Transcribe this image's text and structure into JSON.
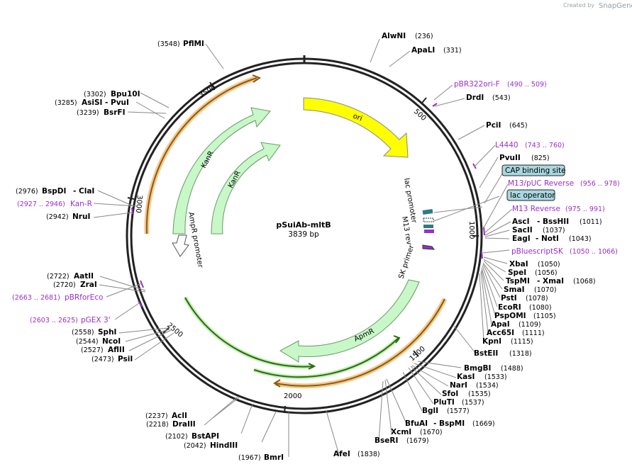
{
  "header": {
    "created_by": "Created by",
    "brand": "SnapGene"
  },
  "plasmid": {
    "name": "pSuiAb-mltB",
    "size": "3839 bp"
  },
  "ticks": {
    "t500": "500",
    "t1000": "1000",
    "t1500": "1500",
    "t2000": "2000",
    "t2500": "2500",
    "t3000": "3000",
    "t3500": "3500"
  },
  "features": {
    "ori": "ori",
    "kanr_outer": "KanR",
    "kanr_inner": "KanR",
    "ampr_promoter": "AmpR promoter",
    "apmr": "ApmR",
    "lac_promoter": "lac promoter",
    "m13_rev": "M13 rev",
    "sk_primer": "SK primer"
  },
  "sites_right": [
    {
      "name": "AlwNI",
      "pos": "(236)"
    },
    {
      "name": "ApaLI",
      "pos": "(331)"
    },
    {
      "name": "DrdI",
      "pos": "(543)"
    },
    {
      "name": "PciI",
      "pos": "(645)"
    },
    {
      "name": "PvuII",
      "pos": "(825)"
    },
    {
      "name": "AscI",
      "name2": "- BssHII",
      "pos": "(1011)"
    },
    {
      "name": "SacII",
      "pos": "(1037)"
    },
    {
      "name": "EagI",
      "name2": "- NotI",
      "pos": "(1043)"
    },
    {
      "name": "XbaI",
      "pos": "(1050)"
    },
    {
      "name": "SpeI",
      "pos": "(1056)"
    },
    {
      "name": "TspMI",
      "name2": "- XmaI",
      "pos": "(1068)"
    },
    {
      "name": "SmaI",
      "pos": "(1070)"
    },
    {
      "name": "PstI",
      "pos": "(1078)"
    },
    {
      "name": "EcoRI",
      "pos": "(1080)"
    },
    {
      "name": "PspOMI",
      "pos": "(1105)"
    },
    {
      "name": "ApaI",
      "pos": "(1109)"
    },
    {
      "name": "Acc65I",
      "pos": "(1111)"
    },
    {
      "name": "KpnI",
      "pos": "(1115)"
    },
    {
      "name": "BstEII",
      "pos": "(1318)"
    },
    {
      "name": "BmgBI",
      "pos": "(1488)"
    },
    {
      "name": "KasI",
      "pos": "(1533)"
    },
    {
      "name": "NarI",
      "pos": "(1534)"
    },
    {
      "name": "SfoI",
      "pos": "(1535)"
    },
    {
      "name": "PluTI",
      "pos": "(1537)"
    },
    {
      "name": "BglI",
      "pos": "(1577)"
    },
    {
      "name": "BfuAI",
      "name2": "- BspMI",
      "pos": "(1669)"
    },
    {
      "name": "XcmI",
      "pos": "(1670)"
    },
    {
      "name": "BseRI",
      "pos": "(1679)"
    },
    {
      "name": "AfeI",
      "pos": "(1838)"
    }
  ],
  "sites_left": [
    {
      "name": "PflMI",
      "pos": "(3548)"
    },
    {
      "name": "Bpu10I",
      "pos": "(3302)"
    },
    {
      "name": "AsiSI",
      "name2": "- PvuI",
      "pos": "(3285)"
    },
    {
      "name": "BsrFI",
      "pos": "(3239)"
    },
    {
      "name": "BspDI",
      "name2": "- ClaI",
      "pos": "(2976)"
    },
    {
      "name": "NruI",
      "pos": "(2942)"
    },
    {
      "name": "AatII",
      "pos": "(2722)"
    },
    {
      "name": "ZraI",
      "pos": "(2720)"
    },
    {
      "name": "SphI",
      "pos": "(2558)"
    },
    {
      "name": "NcoI",
      "pos": "(2544)"
    },
    {
      "name": "AflII",
      "pos": "(2527)"
    },
    {
      "name": "PsiI",
      "pos": "(2473)"
    },
    {
      "name": "AclI",
      "pos": "(2237)"
    },
    {
      "name": "DraIII",
      "pos": "(2218)"
    },
    {
      "name": "BstAPI",
      "pos": "(2102)"
    },
    {
      "name": "HindIII",
      "pos": "(2042)"
    },
    {
      "name": "BmrI",
      "pos": "(1967)"
    }
  ],
  "primers": [
    {
      "name": "pBR322ori-F",
      "pos": "(490 .. 509)"
    },
    {
      "name": "L4440",
      "pos": "(743 .. 760)"
    },
    {
      "name": "M13/pUC Reverse",
      "pos": "(956 .. 978)"
    },
    {
      "name": "M13 Reverse",
      "pos": "(975 .. 991)"
    },
    {
      "name": "pBluescriptSK",
      "pos": "(1050 .. 1066)"
    },
    {
      "name": "Kan-R",
      "pos": "(2927 .. 2946)"
    },
    {
      "name": "pBRforEco",
      "pos": "(2663 .. 2681)"
    },
    {
      "name": "pGEX 3'",
      "pos": "(2603 .. 2625)"
    }
  ],
  "boxes": {
    "cap": "CAP binding site",
    "lacop": "lac operator"
  },
  "colors": {
    "ori": "#ffff00",
    "kanr": "#c8f7c8",
    "orange": "#f0a030",
    "primer": "#9a2fc7",
    "box": "#a9d7e0",
    "backbone": "#222222"
  }
}
